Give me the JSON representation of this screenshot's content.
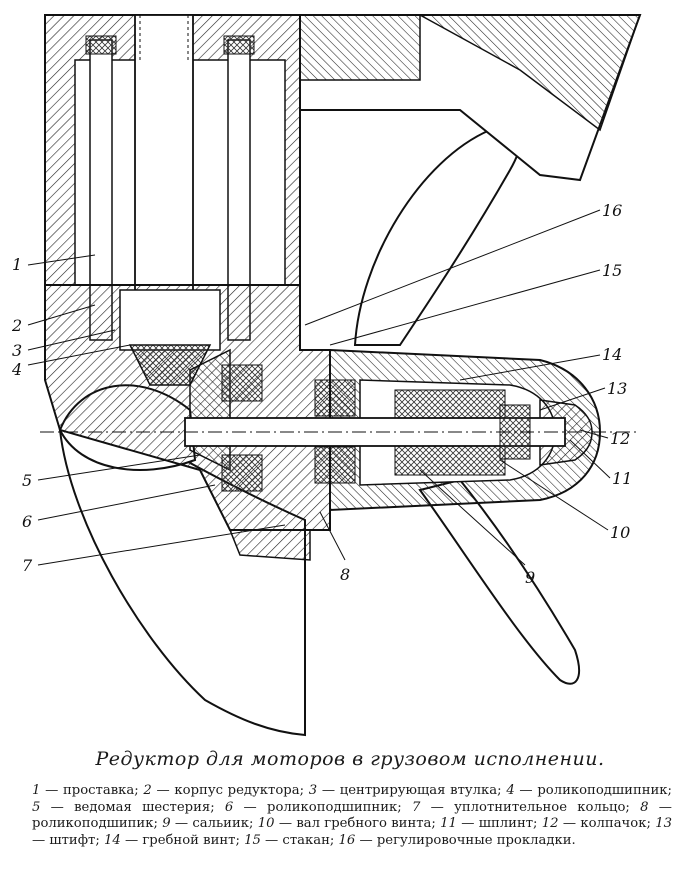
{
  "diagram": {
    "callouts": [
      "1",
      "2",
      "3",
      "4",
      "5",
      "6",
      "7",
      "8",
      "9",
      "10",
      "11",
      "12",
      "13",
      "14",
      "15",
      "16"
    ]
  },
  "caption": {
    "title": "Редуктор для моторов в грузовом исполнении.",
    "legend": [
      {
        "num": "1",
        "text": "проставка"
      },
      {
        "num": "2",
        "text": "корпус редуктора"
      },
      {
        "num": "3",
        "text": "центрирующая втулка"
      },
      {
        "num": "4",
        "text": "роликоподшипник"
      },
      {
        "num": "5",
        "text": "ведомая шестерия"
      },
      {
        "num": "6",
        "text": "роликоподшипник"
      },
      {
        "num": "7",
        "text": "уплотнительное кольцо"
      },
      {
        "num": "8",
        "text": "роликоподшипик"
      },
      {
        "num": "9",
        "text": "сальиик"
      },
      {
        "num": "10",
        "text": "вал гребного винта"
      },
      {
        "num": "11",
        "text": "шплинт"
      },
      {
        "num": "12",
        "text": "колпачок"
      },
      {
        "num": "13",
        "text": "штифт"
      },
      {
        "num": "14",
        "text": "гребной винт"
      },
      {
        "num": "15",
        "text": "стакан"
      },
      {
        "num": "16",
        "text": "регулировочные прокладки"
      }
    ]
  }
}
